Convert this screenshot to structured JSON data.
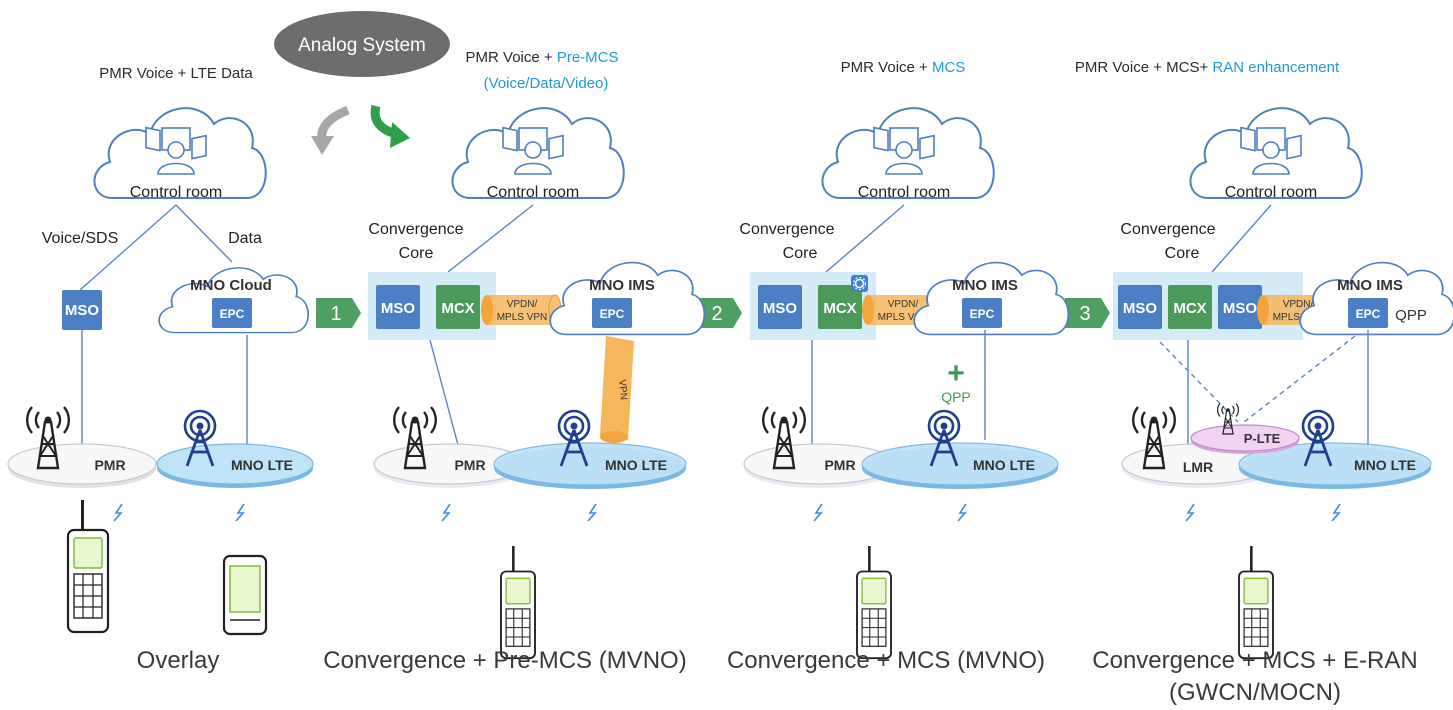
{
  "analog_system": "Analog System",
  "stages": [
    {
      "heading": "PMR Voice + LTE Data",
      "control_room": "Control room",
      "voice_sds": "Voice/SDS",
      "data": "Data",
      "mso": "MSO",
      "cloud_name": "MNO Cloud",
      "epc": "EPC",
      "pmr": "PMR",
      "mno_lte": "MNO LTE",
      "caption": "Overlay"
    },
    {
      "heading_prefix": "PMR Voice + ",
      "heading_highlight": "Pre-MCS",
      "heading_line2": "(Voice/Data/Video)",
      "control_room": "Control room",
      "core_line1": "Convergence",
      "core_line2": "Core",
      "mso": "MSO",
      "mcx": "MCX",
      "tunnel_line1": "VPDN/",
      "tunnel_line2": "MPLS VPN",
      "cloud_name": "MNO IMS",
      "epc": "EPC",
      "vpn": "VPN",
      "pmr": "PMR",
      "mno_lte": "MNO LTE",
      "caption": "Convergence + Pre-MCS (MVNO)"
    },
    {
      "heading_prefix": "PMR Voice + ",
      "heading_highlight": "MCS",
      "control_room": "Control room",
      "core_line1": "Convergence",
      "core_line2": "Core",
      "mso": "MSO",
      "mcx": "MCX",
      "tunnel_line1": "VPDN/",
      "tunnel_line2": "MPLS VPN",
      "cloud_name": "MNO IMS",
      "epc": "EPC",
      "plus": "+",
      "qpp": "QPP",
      "pmr": "PMR",
      "mno_lte": "MNO LTE",
      "caption": "Convergence + MCS (MVNO)"
    },
    {
      "heading_prefix": "PMR Voice + MCS+ ",
      "heading_highlight": "RAN enhancement",
      "control_room": "Control room",
      "core_line1": "Convergence",
      "core_line2": "Core",
      "mso": "MSO",
      "mcx": "MCX",
      "mso2": "MSO",
      "tunnel_line1": "VPDN/",
      "tunnel_line2": "MPLS VPN",
      "cloud_name": "MNO IMS",
      "epc": "EPC",
      "qpp": "QPP",
      "p_lte": "P-LTE",
      "lmr": "LMR",
      "mno_lte": "MNO LTE",
      "caption_line1": "Convergence + MCS + E-RAN",
      "caption_line2": "(GWCN/MOCN)"
    }
  ],
  "steps": [
    "1",
    "2",
    "3"
  ],
  "colors": {
    "mso_box": "#4a7fc6",
    "mcx_box": "#4b9a5a",
    "highlight_text": "#1f9bd7",
    "step_arrow": "#4f9e62",
    "cloud_stroke": "#4f7fc0",
    "lte_ring": "#bfe3f7",
    "tunnel": "#f6b75c",
    "plte_ring": "#e7c6e9"
  },
  "icons": [
    "control-room-icon",
    "radio-tower-icon",
    "lte-tower-icon",
    "portable-radio-icon",
    "smartphone-icon",
    "lightning-icon",
    "gear-icon",
    "curved-arrow-icon"
  ]
}
